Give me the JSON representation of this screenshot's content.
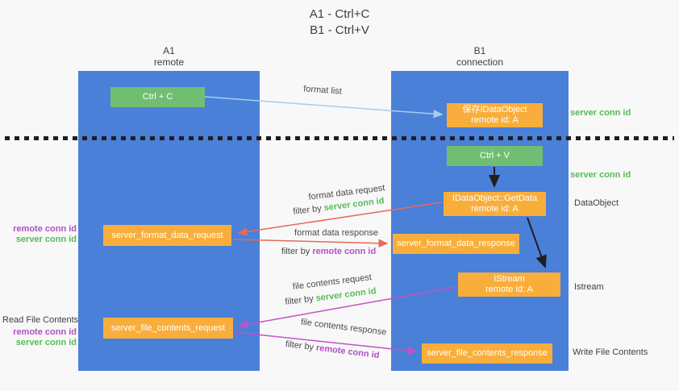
{
  "colors": {
    "background": "#f8f8f8",
    "column_blue": "#4a80d8",
    "green": "#71be73",
    "orange": "#f9ae3b",
    "arrow_lightblue": "#a6cdeb",
    "arrow_red": "#e9695a",
    "arrow_magenta": "#c253c5",
    "arrow_black": "#1f1f1f",
    "text_green": "#55bb57",
    "text_purple": "#b04fc6",
    "text_dark": "#3f3f3f"
  },
  "title": {
    "line1": "A1 - Ctrl+C",
    "line2": "B1 - Ctrl+V"
  },
  "columns": {
    "a1": {
      "name": "A1",
      "subtitle": "remote"
    },
    "b1": {
      "name": "B1",
      "subtitle": "connection"
    }
  },
  "nodes": {
    "ctrl_c": {
      "label": "Ctrl + C"
    },
    "save_idataobject": {
      "line1": "保存IDataObject",
      "line2": "remote id: A"
    },
    "ctrl_v": {
      "label": "Ctrl + V"
    },
    "getdata": {
      "line1": "IDataObject::GetData",
      "line2": "remote id: A"
    },
    "format_request": {
      "label": "server_format_data_request"
    },
    "format_response": {
      "label": "server_format_data_response"
    },
    "istream": {
      "line1": "IStream",
      "line2": "remote id: A"
    },
    "file_request": {
      "label": "server_file_contents_request"
    },
    "file_response": {
      "label": "server_file_contents_response"
    }
  },
  "arrow_labels": {
    "format_list": "format list",
    "format_data_request": "format data request",
    "format_data_response": "format data response",
    "file_contents_request": "file contents request",
    "file_contents_response": "file contents response",
    "filter_by": "filter by ",
    "server_conn_id": "server conn id",
    "remote_conn_id": "remote conn id"
  },
  "side_labels": {
    "server_conn_id_top": "server conn id",
    "server_conn_id_mid": "server conn id",
    "dataobject": "DataObject",
    "istream": "Istream",
    "write_file_contents": "Write File Contents",
    "read_file_contents": "Read File Contents",
    "remote_conn_id_1": "remote conn id",
    "server_conn_id_1": "server conn id",
    "remote_conn_id_2": "remote conn id",
    "server_conn_id_2": "server conn id"
  }
}
